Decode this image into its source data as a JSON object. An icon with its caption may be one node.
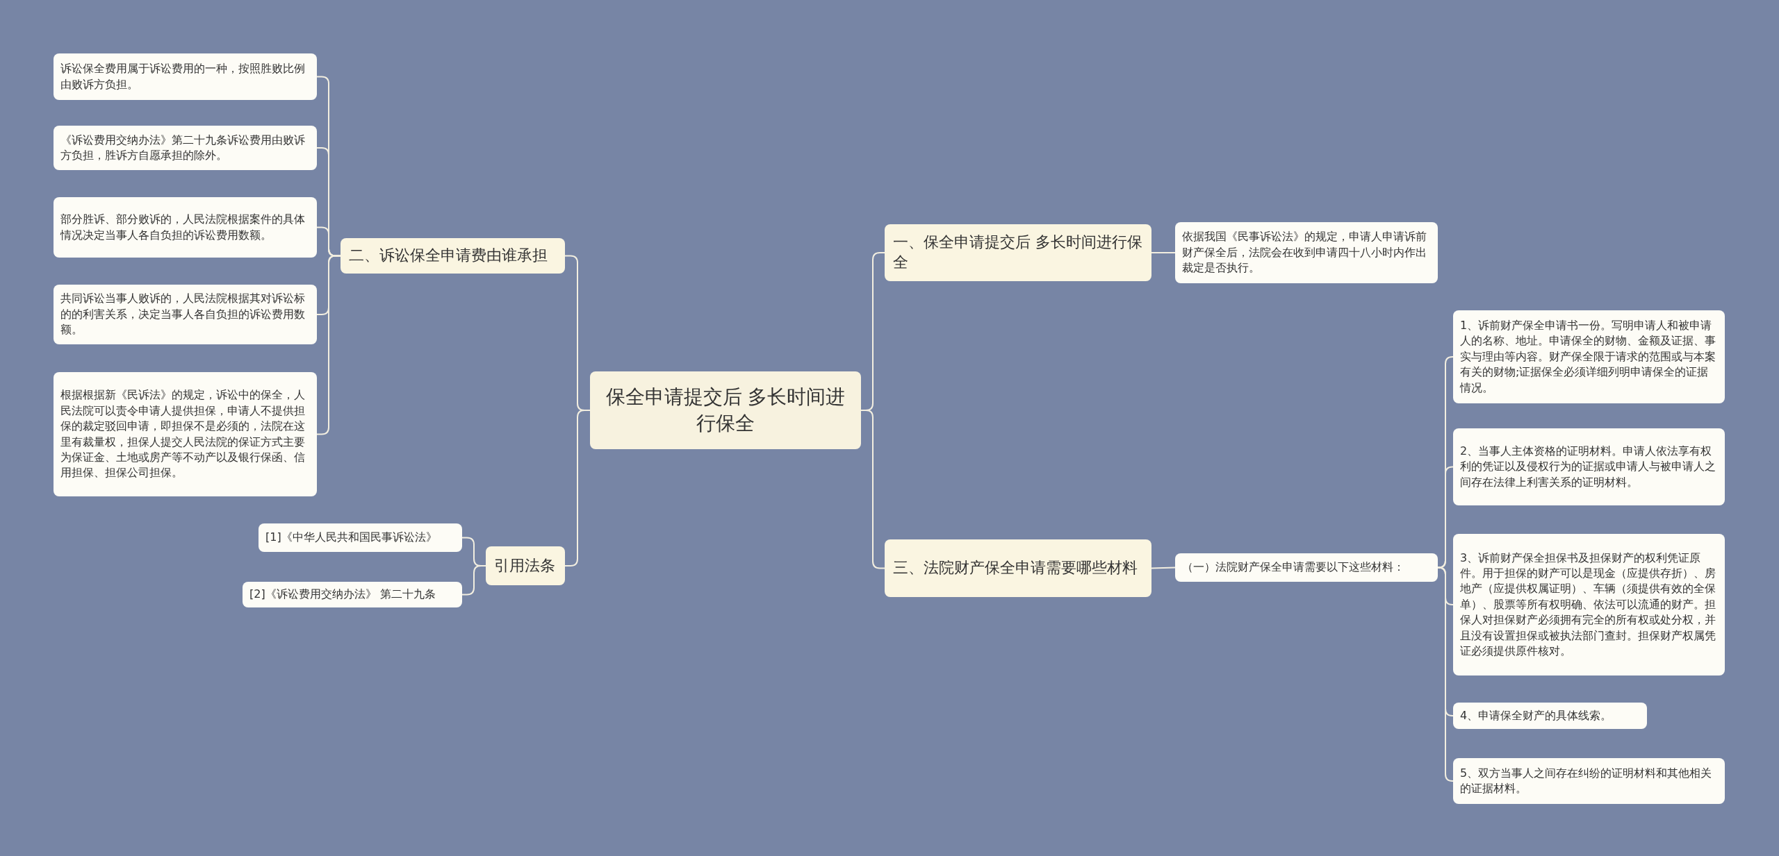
{
  "diagram": {
    "nodes": [
      {
        "text": [
          "保全申请提交后 多长时间进行保全"
        ]
      },
      {
        "text": [
          "二、诉讼保全申请费由谁承担"
        ]
      },
      {
        "text": [
          "诉讼保全费用属于诉讼费用的一种，按照胜败比例由败诉方负担。"
        ]
      },
      {
        "text": [
          "《诉讼费用交纳办法》第二十九条诉讼费用由败诉方负担，胜诉方自愿承担的除外。"
        ]
      },
      {
        "text": [
          "部分胜诉、部分败诉的，人民法院根据案件的具体情况决定当事人各自负担的诉讼费用数额。"
        ]
      },
      {
        "text": [
          "共同诉讼当事人败诉的，人民法院根据其对诉讼标的的利害关系，决定当事人各自负担的诉讼费用数额。"
        ]
      },
      {
        "text": [
          "根据根据新《民诉法》的规定，诉讼中的保全，人民法院可以责令申请人提供担保，申请人不提供担保的裁定驳回申请，即担保不是必须的，法院在这里有裁量权，担保人提交人民法院的保证方式主要为保证金、土地或房产等不动产以及银行保函、信用担保、担保公司担保。"
        ]
      },
      {
        "text": [
          "引用法条"
        ]
      },
      {
        "text": [
          "[1]《中华人民共和国民事诉讼法》"
        ]
      },
      {
        "text": [
          "[2]《诉讼费用交纳办法》 第二十九条"
        ]
      },
      {
        "text": [
          "一、保全申请提交后 多长时间进行保全"
        ]
      },
      {
        "text": [
          "依据我国《民事诉讼法》的规定，申请人申请诉前财产保全后，法院会在收到申请四十八小时内作出裁定是否执行。"
        ]
      },
      {
        "text": [
          "三、法院财产保全申请需要哪些材料"
        ]
      },
      {
        "text": [
          "（一）法院财产保全申请需要以下这些材料："
        ]
      },
      {
        "text": [
          "1、诉前财产保全申请书一份。写明申请人和被申请人的名称、地址。申请保全的财物、金额及证据、事实与理由等内容。财产保全限于请求的范围或与本案有关的财物;证据保全必须详细列明申请保全的证据情况。"
        ]
      },
      {
        "text": [
          "2、当事人主体资格的证明材料。申请人依法享有权利的凭证以及侵权行为的证据或申请人与被申请人之间存在法律上利害关系的证明材料。"
        ]
      },
      {
        "text": [
          "3、诉前财产保全担保书及担保财产的权利凭证原件。用于担保的财产可以是现金（应提供存折）、房地产（应提供权属证明）、车辆（须提供有效的全保单）、股票等所有权明确、依法可以流通的财产。担保人对担保财产必须拥有完全的所有权或处分权，并且没有设置担保或被执法部门查封。担保财产权属凭证必须提供原件核对。"
        ]
      },
      {
        "text": [
          "4、申请保全财产的具体线索。"
        ]
      },
      {
        "text": [
          "5、双方当事人之间存在纠纷的证明材料和其他相关的证据材料。"
        ]
      }
    ],
    "edges": [
      {
        "from": 0,
        "to": 1,
        "arrow": "none"
      },
      {
        "from": 1,
        "to": 2,
        "arrow": "none"
      },
      {
        "from": 1,
        "to": 3,
        "arrow": "none"
      },
      {
        "from": 1,
        "to": 4,
        "arrow": "none"
      },
      {
        "from": 1,
        "to": 5,
        "arrow": "none"
      },
      {
        "from": 1,
        "to": 6,
        "arrow": "none"
      },
      {
        "from": 0,
        "to": 7,
        "arrow": "none"
      },
      {
        "from": 7,
        "to": 8,
        "arrow": "none"
      },
      {
        "from": 7,
        "to": 9,
        "arrow": "none"
      },
      {
        "from": 0,
        "to": 10,
        "arrow": "none"
      },
      {
        "from": 10,
        "to": 11,
        "arrow": "none"
      },
      {
        "from": 0,
        "to": 12,
        "arrow": "none"
      },
      {
        "from": 12,
        "to": 13,
        "arrow": "none"
      },
      {
        "from": 13,
        "to": 14,
        "arrow": "none"
      },
      {
        "from": 13,
        "to": 15,
        "arrow": "none"
      },
      {
        "from": 13,
        "to": 16,
        "arrow": "none"
      },
      {
        "from": 13,
        "to": 17,
        "arrow": "none"
      },
      {
        "from": 13,
        "to": 18,
        "arrow": "none"
      }
    ]
  }
}
